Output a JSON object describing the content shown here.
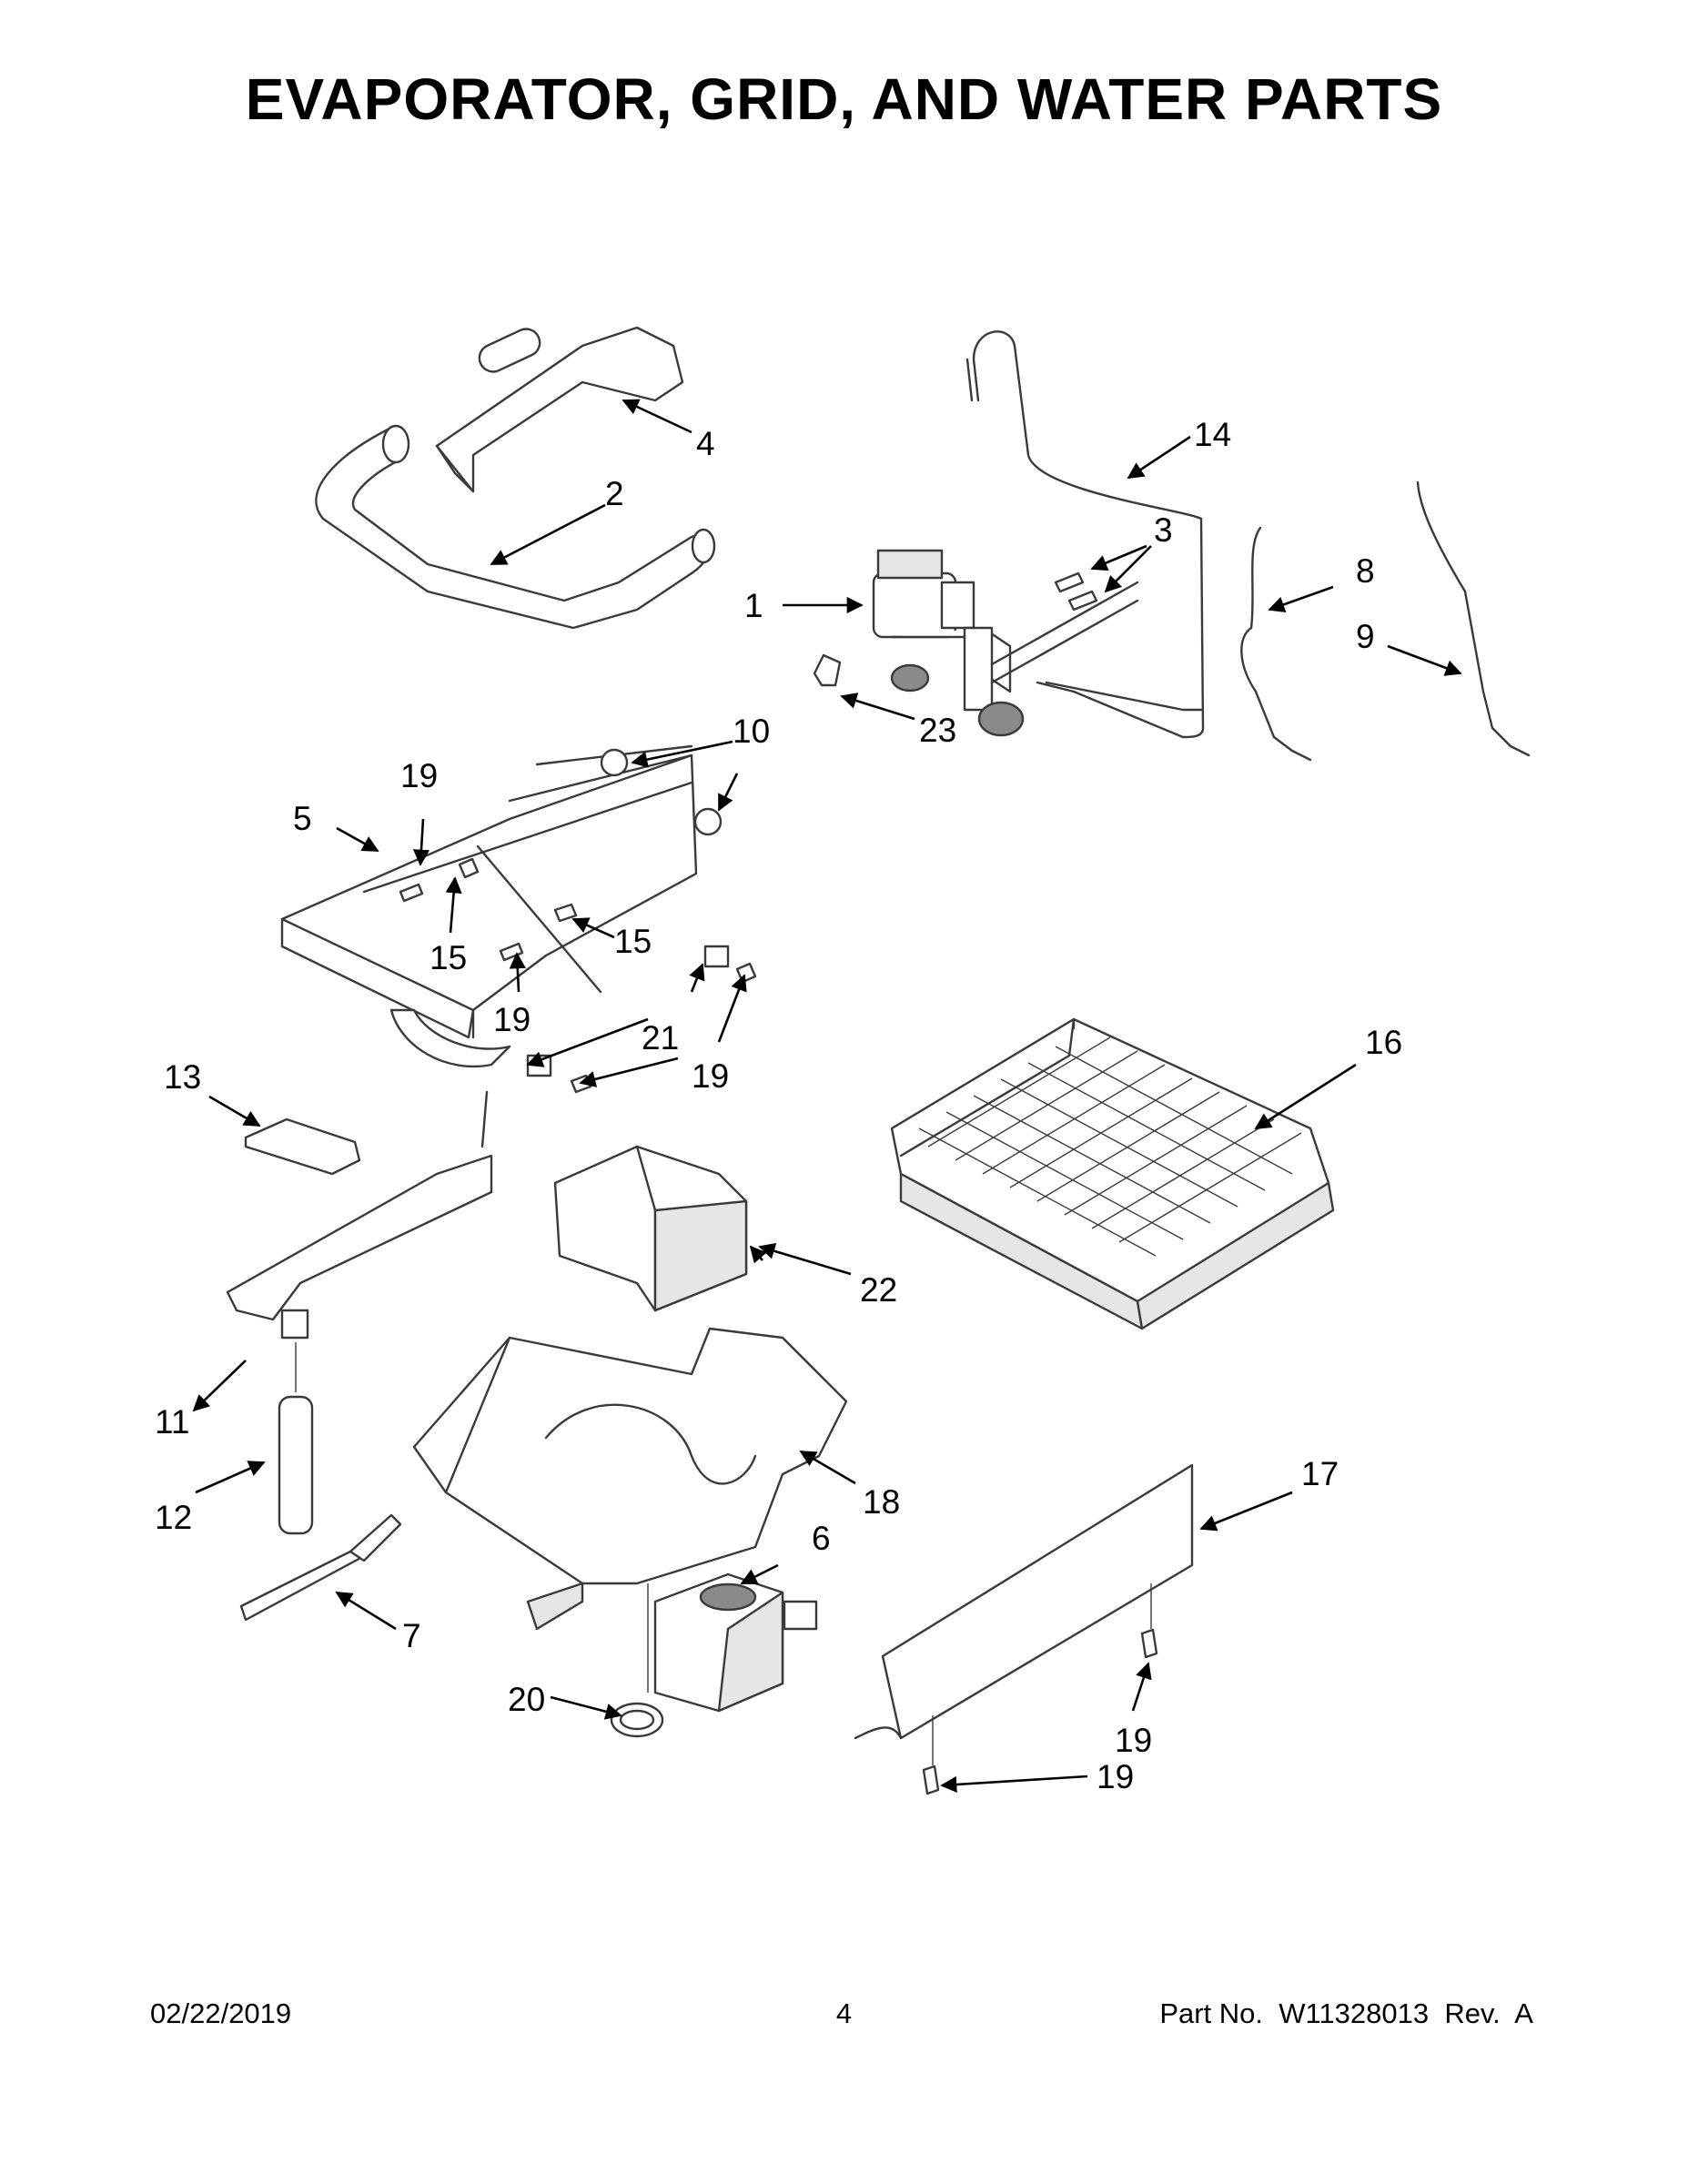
{
  "title": "EVAPORATOR, GRID, AND WATER PARTS",
  "callouts": [
    "1",
    "2",
    "3",
    "4",
    "5",
    "6",
    "7",
    "8",
    "9",
    "10",
    "11",
    "12",
    "13",
    "14",
    "15",
    "15",
    "16",
    "17",
    "18",
    "19",
    "19",
    "19",
    "19",
    "19",
    "20",
    "21",
    "22",
    "23"
  ],
  "footer": {
    "date": "02/22/2019",
    "page": "4",
    "part_label": "Part No.  W11328013  Rev.  A"
  }
}
